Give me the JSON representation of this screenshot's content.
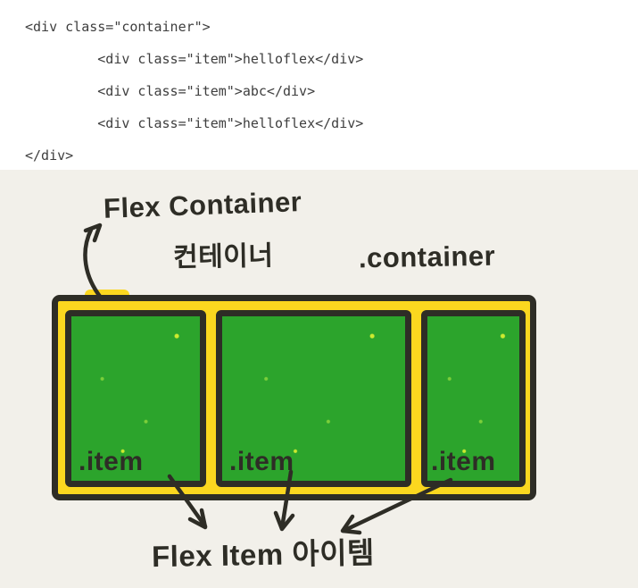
{
  "code": {
    "lines": [
      "<div class=\"container\">",
      "\t<div class=\"item\">helloflex</div>",
      "\t<div class=\"item\">abc</div>",
      "\t<div class=\"item\">helloflex</div>",
      "</div>"
    ]
  },
  "diagram": {
    "flex_container_label": "Flex Container",
    "container_korean_label": "컨테이너",
    "container_class_label": ".container",
    "item_class_label": ".item",
    "flex_item_label": "Flex Item 아이템",
    "colors": {
      "canvas_background": "#f2f0ea",
      "container_fill": "#fbd71f",
      "item_fill": "#2ca42c",
      "ink": "#2e2d26"
    }
  }
}
